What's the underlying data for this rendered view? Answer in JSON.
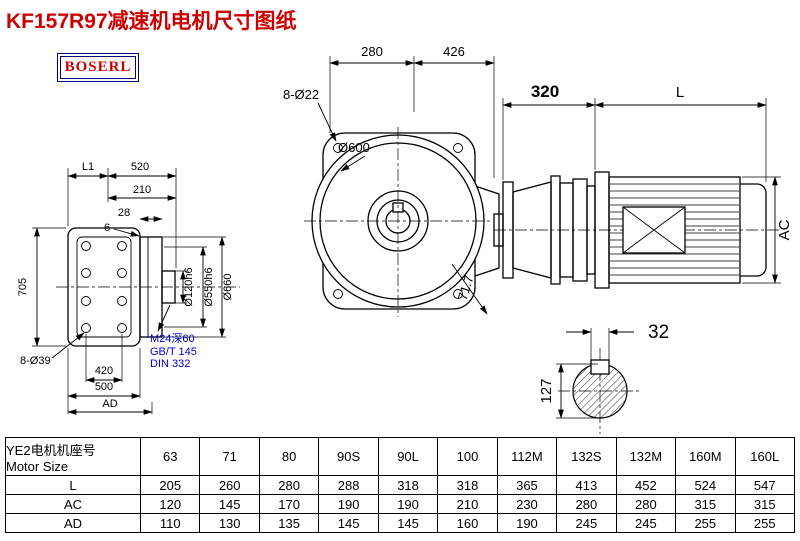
{
  "title": "KF157R97减速机电机尺寸图纸",
  "logo": "BOSERL",
  "drawing": {
    "labels": {
      "dim_280": "280",
      "dim_426": "426",
      "bolt_8_o22": "8-Ø22",
      "dia_600": "Ø600",
      "dim_320": "320",
      "dim_L": "L",
      "dim_AC": "AC",
      "dim_71_7": "71.7",
      "dim_L1": "L1",
      "dim_520": "520",
      "dim_210": "210",
      "dim_28": "28",
      "dim_6": "6",
      "dia_120": "Ø120h6",
      "dia_550": "Ø550h6",
      "dia_660": "Ø660",
      "dim_705": "705",
      "bolt_8_o39": "8-Ø39",
      "dim_420": "420",
      "dim_500": "500",
      "dim_AD": "AD",
      "note_thread": "M24深60",
      "note_gb": "GB/T 145",
      "note_din": "DIN 332",
      "dim_32": "32",
      "dim_127": "127"
    }
  },
  "table": {
    "header_cn": "YE2电机机座号",
    "header_en": "Motor Size",
    "sizes": [
      "63",
      "71",
      "80",
      "90S",
      "90L",
      "100",
      "112M",
      "132S",
      "132M",
      "160M",
      "160L"
    ],
    "rows": [
      {
        "label": "L",
        "values": [
          "205",
          "260",
          "280",
          "288",
          "318",
          "318",
          "365",
          "413",
          "452",
          "524",
          "547"
        ]
      },
      {
        "label": "AC",
        "values": [
          "120",
          "145",
          "170",
          "190",
          "190",
          "210",
          "230",
          "280",
          "280",
          "315",
          "315"
        ]
      },
      {
        "label": "AD",
        "values": [
          "110",
          "130",
          "135",
          "145",
          "145",
          "160",
          "190",
          "245",
          "245",
          "255",
          "255"
        ]
      }
    ]
  },
  "colors": {
    "title_red": "#cc0000",
    "note_blue": "#0000cc",
    "logo_navy": "#000080",
    "line_black": "#000000"
  }
}
